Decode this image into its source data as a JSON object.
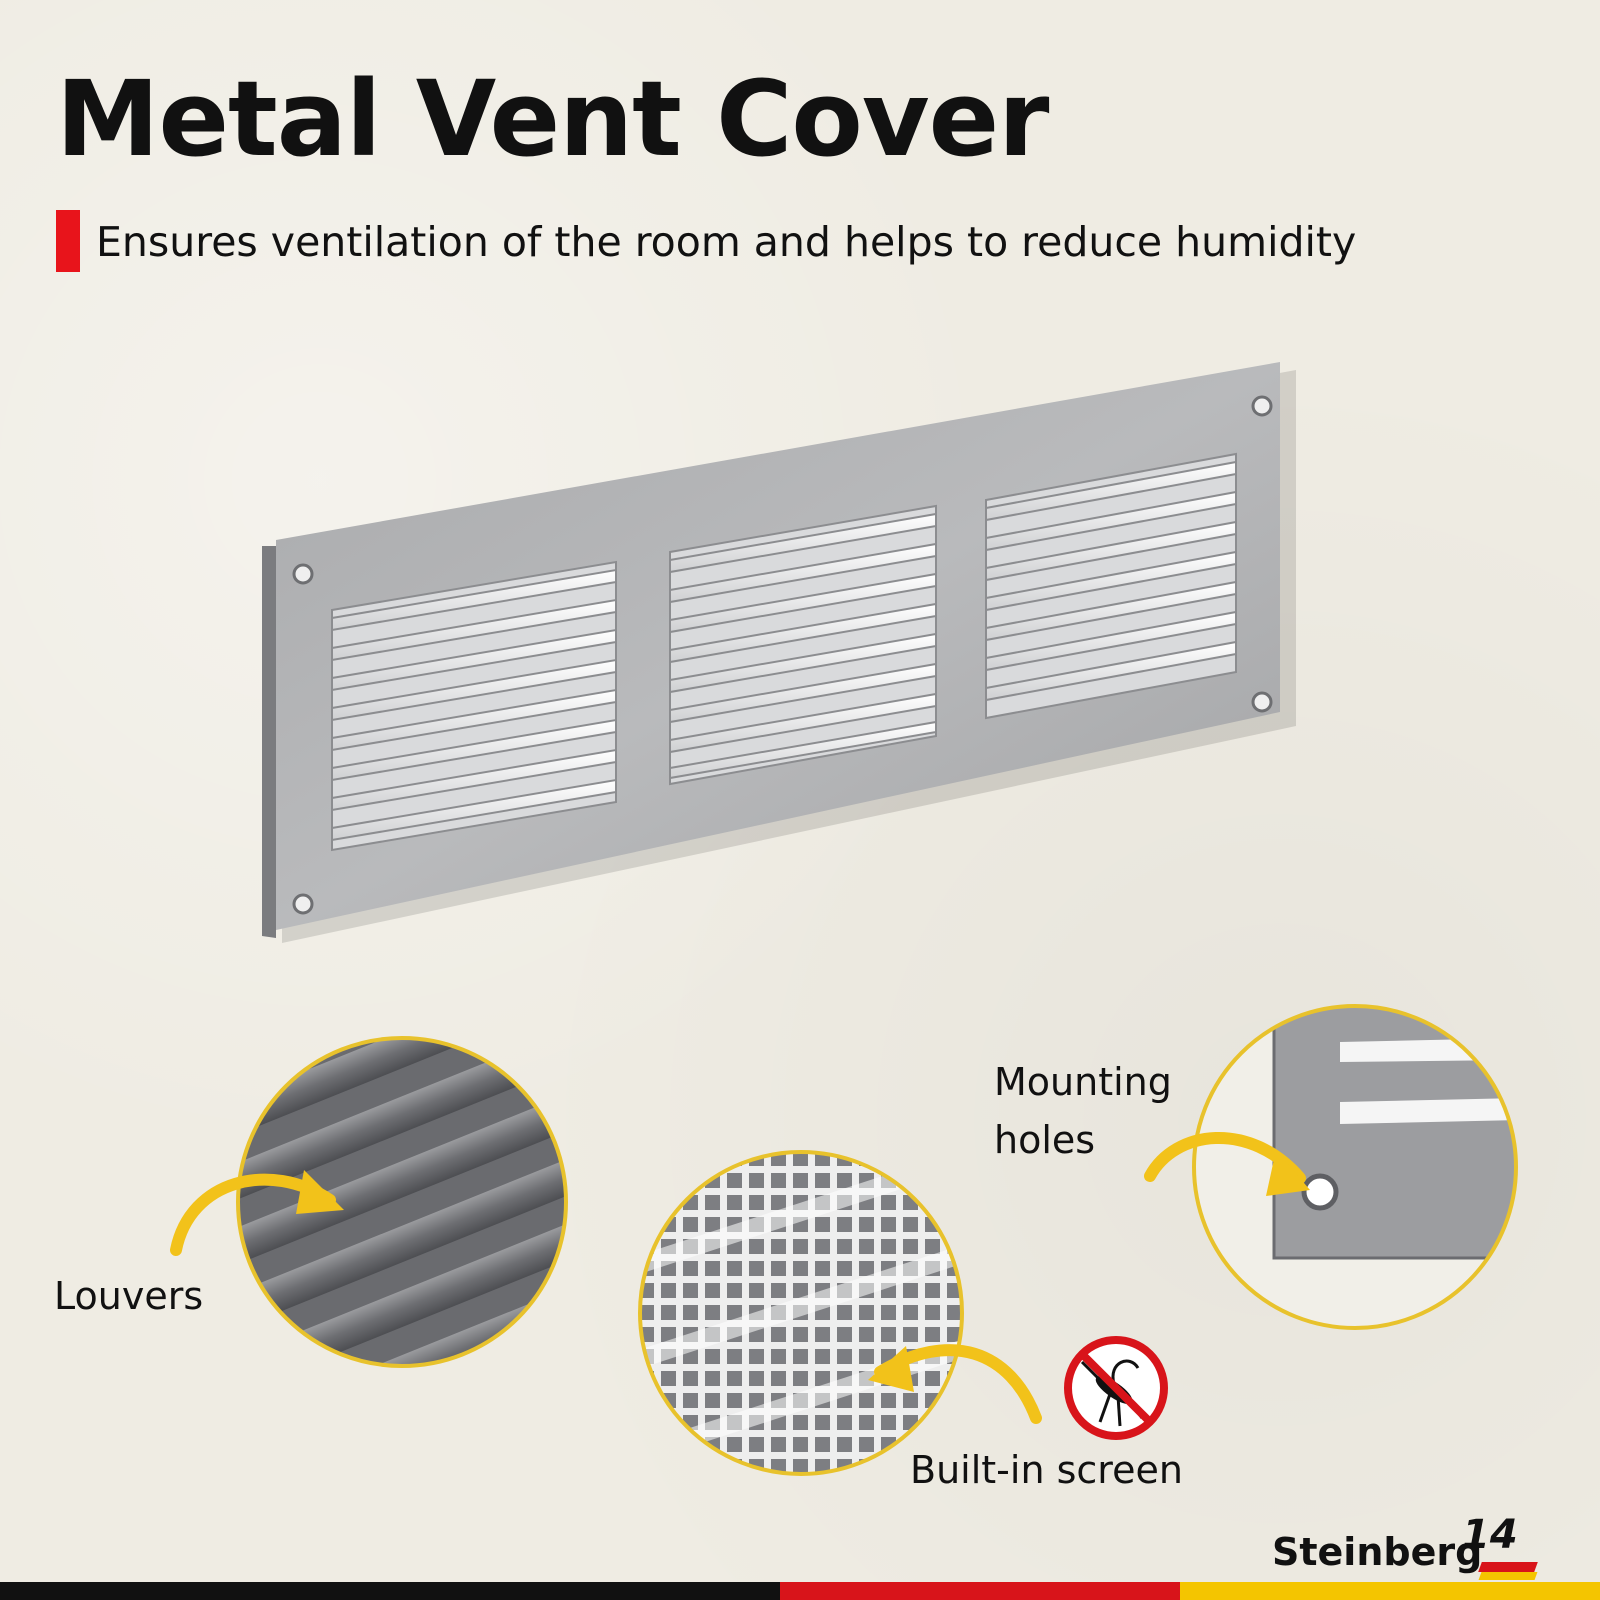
{
  "header": {
    "title": "Metal Vent Cover",
    "subtitle": "Ensures ventilation of the room and helps to reduce humidity"
  },
  "callouts": {
    "louvers": "Louvers",
    "mounting_line1": "Mounting",
    "mounting_line2": "holes",
    "screen": "Built-in screen"
  },
  "brand": {
    "name": "Steinberg",
    "number": "14"
  },
  "colors": {
    "accent_red": "#e8141b",
    "arrow_yellow": "#f2c21a",
    "ring_yellow": "#e8c22c",
    "flag_black": "#111111",
    "flag_red": "#d8141a",
    "flag_gold": "#f4c500"
  },
  "icons": {
    "no_mosquito": "no-mosquito-icon",
    "arrow": "curved-arrow-icon"
  }
}
